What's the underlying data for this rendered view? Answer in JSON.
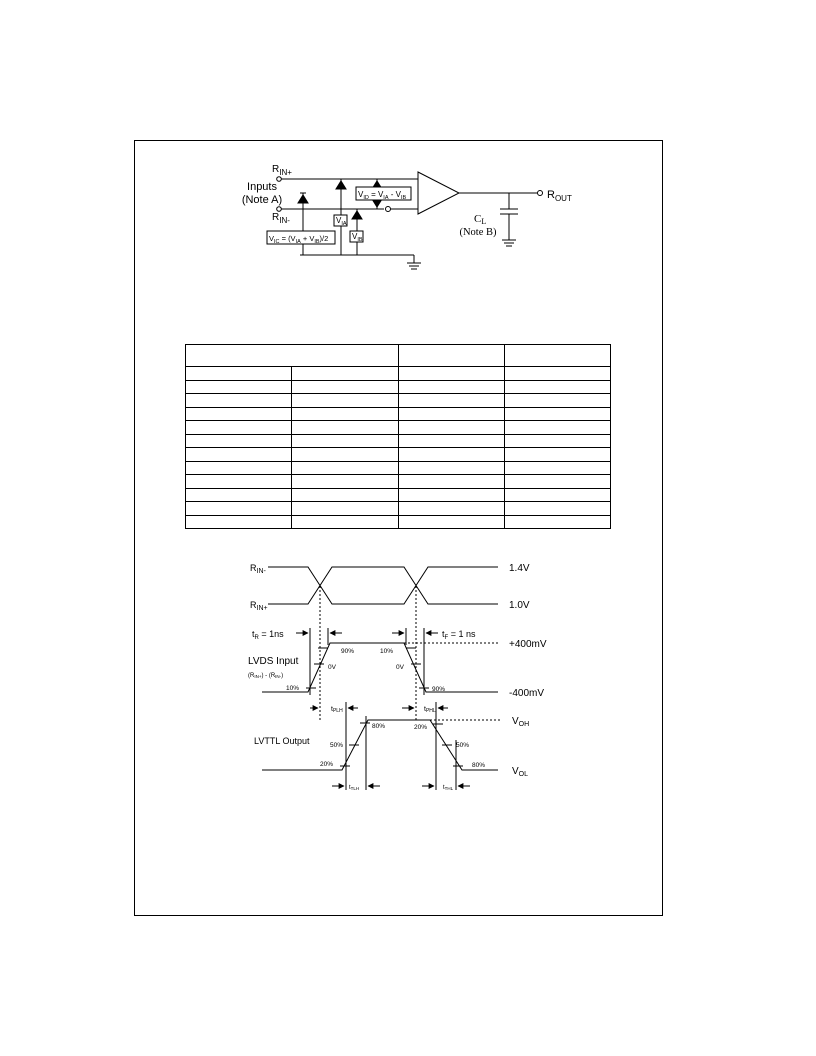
{
  "circuit": {
    "rin_plus": {
      "base": "R",
      "sub": "IN+"
    },
    "rin_minus": {
      "base": "R",
      "sub": "IN-"
    },
    "inputs_label": "Inputs",
    "inputs_note": "(Note A)",
    "vid_label": "V",
    "vid_sub": "ID",
    "vid_expr": " = V",
    "vid_expr_sub_a": "IA",
    "vid_minus": " - V",
    "vid_expr_sub_b": "IB",
    "via_base": "V",
    "via_sub": "IA",
    "vib_base": "V",
    "vib_sub": "IB",
    "vic_prefix": "V",
    "vic_sub": "IC",
    "vic_eq": " = (V",
    "vic_sub_a": "IA",
    "vic_plus": " + V",
    "vic_sub_b": "IB",
    "vic_tail": ")/2",
    "rout_base": "R",
    "rout_sub": "OUT",
    "cl_base": "C",
    "cl_sub": "L",
    "cl_note": "(Note B)"
  },
  "timing": {
    "rin_minus": {
      "base": "R",
      "sub": "IN-"
    },
    "rin_plus": {
      "base": "R",
      "sub": "IN+"
    },
    "v_high": "1.4V",
    "v_low": "1.0V",
    "tr_base": "t",
    "tr_sub": "R",
    "tr_val": " = 1ns",
    "tf_base": "t",
    "tf_sub": "F",
    "tf_val": " = 1 ns",
    "plus400": "+400mV",
    "minus400": "-400mV",
    "pct90_a": "90%",
    "pct10_a": "10%",
    "pct0_a": "0V",
    "pct0_b": "0V",
    "pct10_b": "10%",
    "pct90_b": "90%",
    "lvds_label": "LVDS Input",
    "lvds_sub_expr": "(R",
    "lvds_sub_a": "IN+",
    "lvds_mid": ") - (R",
    "lvds_sub_b": "IN-",
    "lvds_tail": ")",
    "tplh_base": "t",
    "tplh_sub": "PLH",
    "tphl_base": "t",
    "tphl_sub": "PHL",
    "voh_base": "V",
    "voh_sub": "OH",
    "vol_base": "V",
    "vol_sub": "OL",
    "lvttl_label": "LVTTL Output",
    "p80_a": "80%",
    "p50_a": "50%",
    "p20_a": "20%",
    "p20_b": "20%",
    "p50_b": "50%",
    "p80_b": "80%",
    "ttlh_base": "t",
    "ttlh_sub": "TLH",
    "tthl_base": "t",
    "tthl_sub": "THL"
  }
}
